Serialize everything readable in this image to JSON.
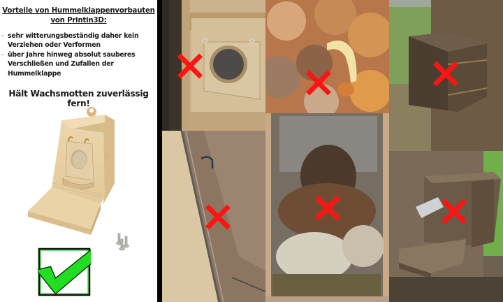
{
  "info_panel": {
    "title_line1": "Vorteile von Hummelklappenvorbauten",
    "title_line2": "von Printin3D:",
    "bullets": [
      {
        "dash": "-",
        "text": "sehr witterungsbeständig daher kein Verziehen oder Verformen"
      },
      {
        "dash": "-",
        "text": "über Jahre hinweg absolut sauberes Verschließen und Zufallen der Hummelklappe"
      }
    ],
    "slogan": "Hält Wachsmotten zuverlässig fern!",
    "product_icon": "3d-printed-bumblebee-flap-icon",
    "check_icon": "green-checkmark-icon",
    "screws_icon": "screws-icon",
    "check_color": "#22dd22"
  },
  "photos": [
    {
      "id": "wooden-flap-box",
      "mark": "red-x-icon"
    },
    {
      "id": "wax-moth-larvae",
      "mark": "red-x-icon"
    },
    {
      "id": "weathered-dark-box",
      "mark": "red-x-icon"
    },
    {
      "id": "plastic-flap-side",
      "mark": "red-x-icon"
    },
    {
      "id": "destroyed-nest",
      "mark": "red-x-icon"
    },
    {
      "id": "metal-flap-old-box",
      "mark": "red-x-icon"
    }
  ],
  "colors": {
    "x_mark": "#ff1414",
    "divider": "#050505",
    "product_beige": "#e9d3a8"
  }
}
